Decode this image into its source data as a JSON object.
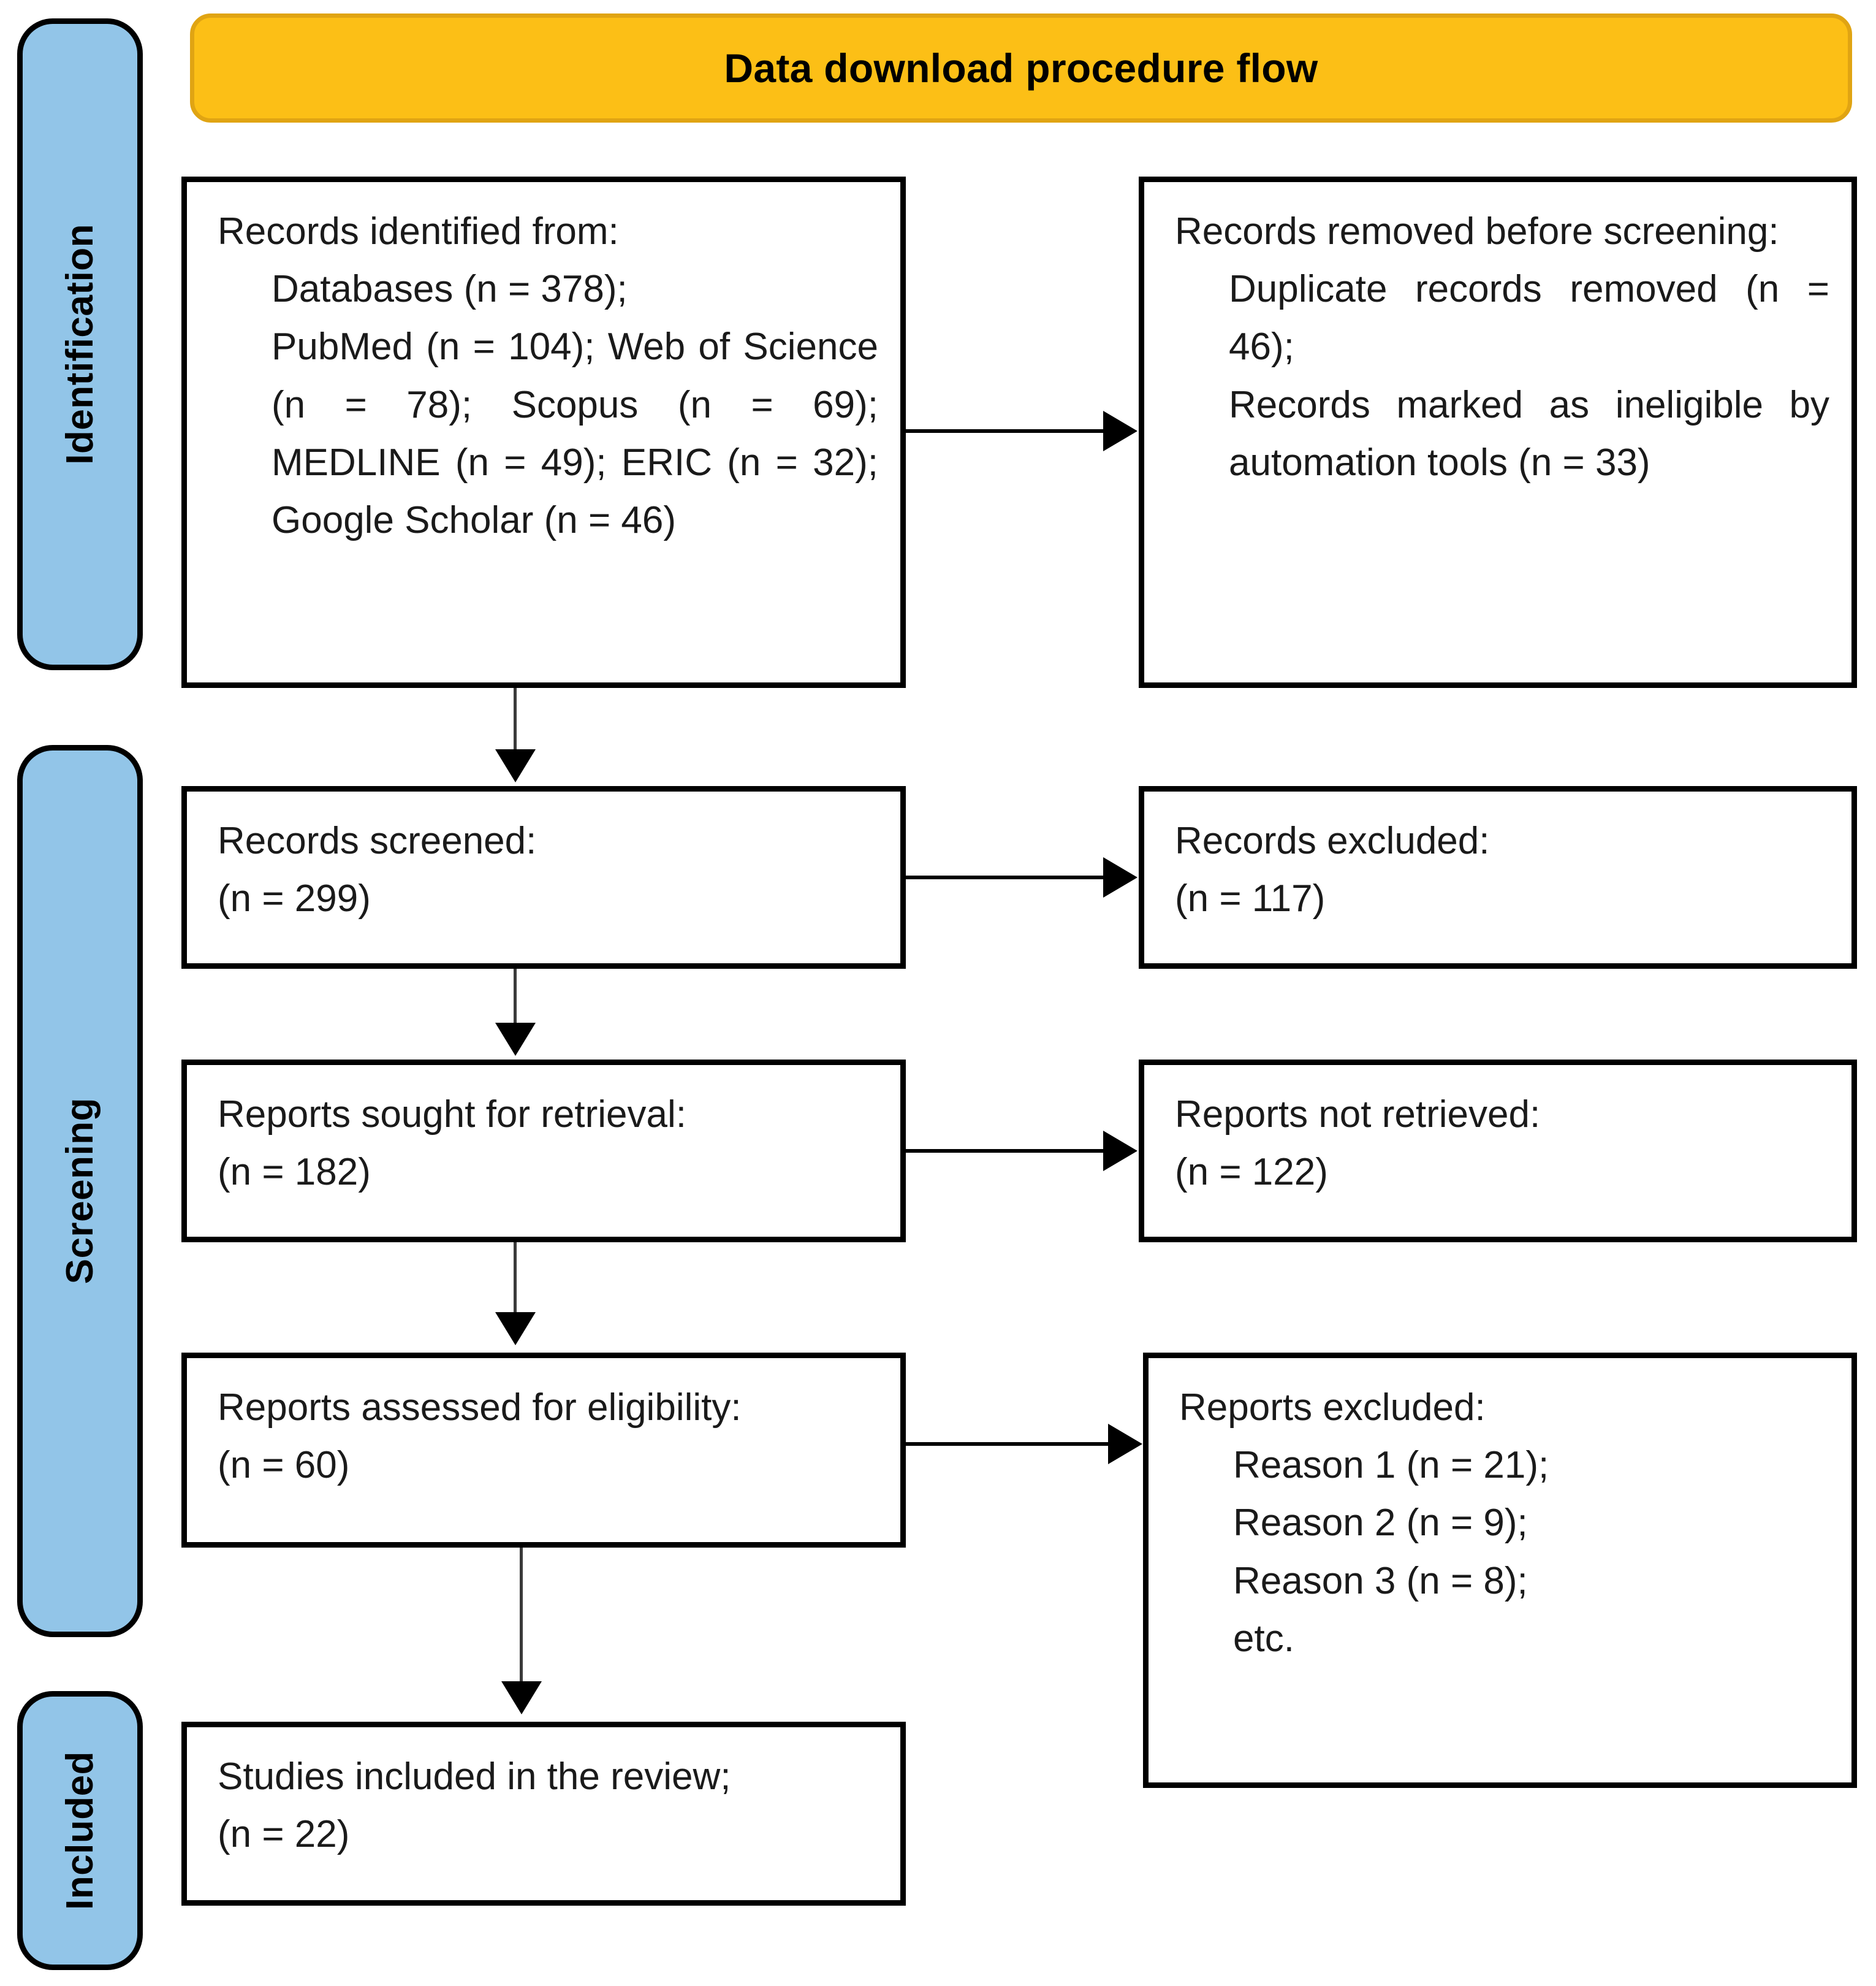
{
  "banner": {
    "title": "Data download procedure flow"
  },
  "stages": [
    {
      "key": "identification",
      "label": "Identification"
    },
    {
      "key": "screening",
      "label": "Screening"
    },
    {
      "key": "included",
      "label": "Included"
    }
  ],
  "colors": {
    "banner_fill": "#FCBF16",
    "banner_border": "#E0A413",
    "stage_pill_fill": "#92C5E8",
    "box_border": "#000000",
    "box_fill": "#FFFFFF",
    "connector": "#000000"
  },
  "boxes": {
    "records_identified": {
      "heading": "Records identified from:",
      "lines": [
        "Databases (n = 378);",
        "PubMed (n = 104); Web of Science (n = 78); Scopus (n = 69); MEDLINE (n = 49); ERIC (n = 32); Google Scholar (n = 46)"
      ]
    },
    "records_removed": {
      "heading": "Records removed before screening:",
      "lines": [
        "Duplicate records removed (n = 46);",
        "Records marked as ineligible by automation tools (n = 33)"
      ]
    },
    "records_screened": {
      "heading": "Records screened:",
      "count": "(n = 299)"
    },
    "records_excluded": {
      "heading": "Records excluded:",
      "count": "(n = 117)"
    },
    "reports_sought": {
      "heading": "Reports sought for retrieval:",
      "count": "(n = 182)"
    },
    "reports_not_retrieved": {
      "heading": "Reports not retrieved:",
      "count": "(n = 122)"
    },
    "reports_assessed": {
      "heading": "Reports assessed for eligibility:",
      "count": "(n = 60)"
    },
    "reports_excluded": {
      "heading": "Reports excluded:",
      "reasons": [
        "Reason 1 (n = 21);",
        "Reason 2 (n = 9);",
        "Reason 3 (n = 8);",
        "etc."
      ]
    },
    "studies_included": {
      "heading": "Studies included in the review;",
      "count": "(n = 22)"
    }
  }
}
